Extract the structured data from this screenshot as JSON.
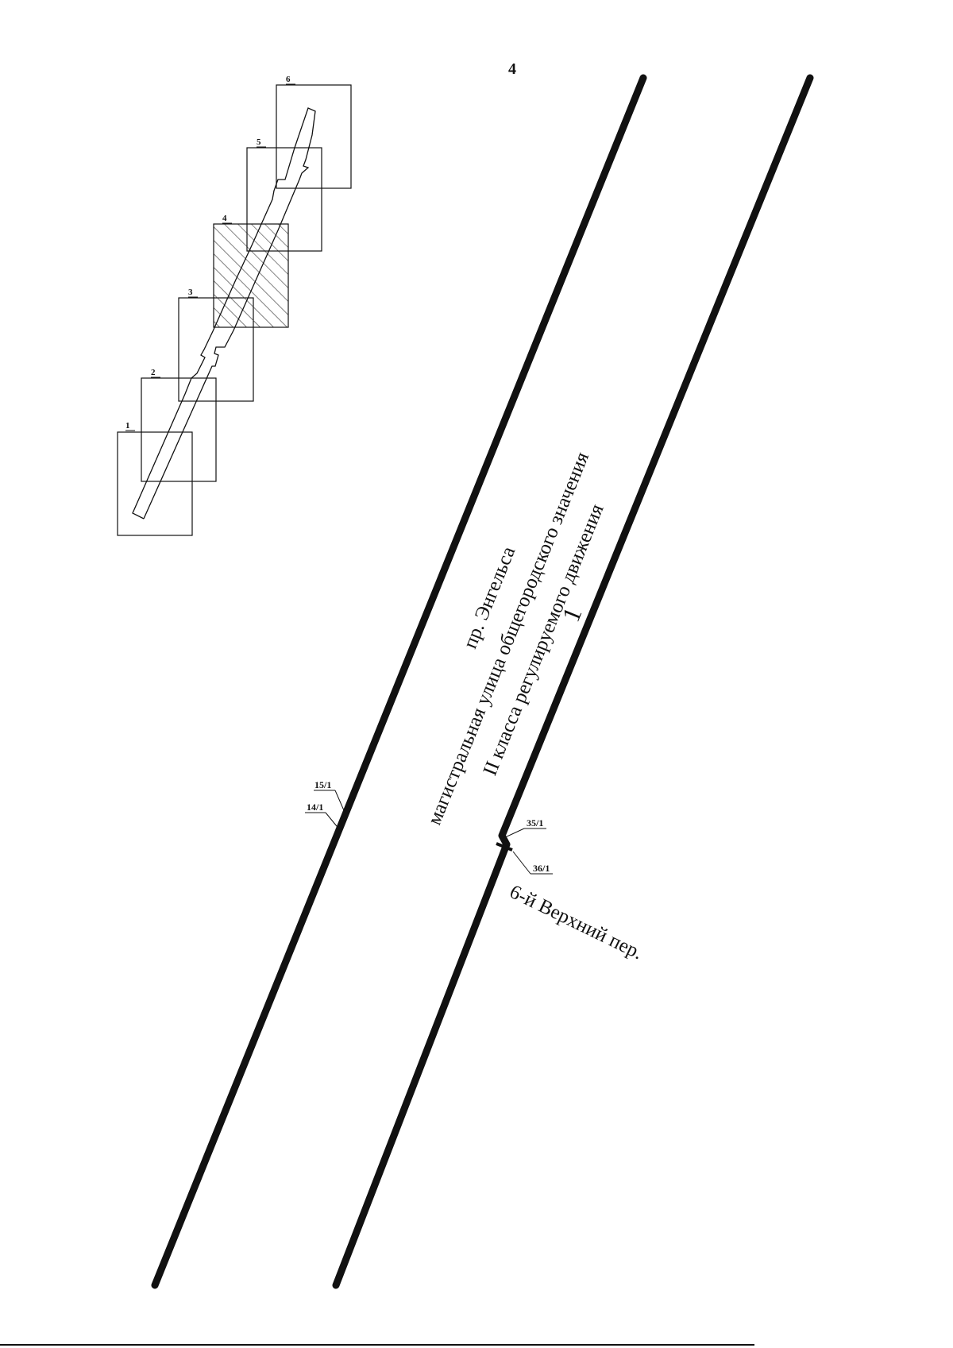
{
  "page": {
    "number": "4"
  },
  "index_map": {
    "sheets": [
      {
        "label": "1",
        "active": false
      },
      {
        "label": "2",
        "active": false
      },
      {
        "label": "3",
        "active": false
      },
      {
        "label": "4",
        "active": true
      },
      {
        "label": "5",
        "active": false
      },
      {
        "label": "6",
        "active": false
      }
    ]
  },
  "streets": {
    "main_name": "пр. Энгельса",
    "main_class_line1": "магистральная улица общегородского значения",
    "main_class_line2": "II класса регулируемого движения",
    "zone_number": "1",
    "side_street": "6-й Верхний пер."
  },
  "points": {
    "p15": "15/1",
    "p14": "14/1",
    "p35": "35/1",
    "p36": "36/1"
  },
  "colors": {
    "line": "#111111",
    "hatch": "#333333",
    "background": "#ffffff"
  }
}
